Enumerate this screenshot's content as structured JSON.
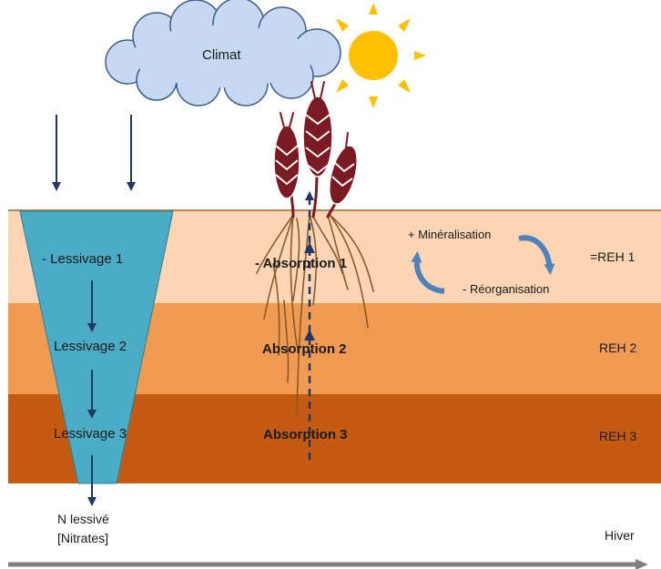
{
  "labels": {
    "climate": "Climat",
    "leaching": [
      "- Lessivage 1",
      "Lessivage 2",
      "Lessivage 3"
    ],
    "absorption": [
      "- Absorption 1",
      "Absorption 2",
      "Absorption 3"
    ],
    "mineralisation": "+ Minéralisation",
    "reorganisation": "- Réorganisation",
    "reh": [
      "=REH 1",
      "REH 2",
      "REH 3"
    ],
    "n_leached": "N lessivé",
    "nitrates": "[Nitrates]",
    "season": "Hiver"
  },
  "colors": {
    "layer_1": "#fbd5b4",
    "layer_2": "#f19a52",
    "layer_3": "#c55a11",
    "funnel": "#4bacc6",
    "cloud": "#c6d9f1",
    "sun": "#ffc000",
    "arrow": "#1f3864",
    "cycle_arrow": "#4f81bd",
    "wheat": "#7b1a23",
    "roots": "#8b5a2b",
    "time_axis": "#808080"
  }
}
